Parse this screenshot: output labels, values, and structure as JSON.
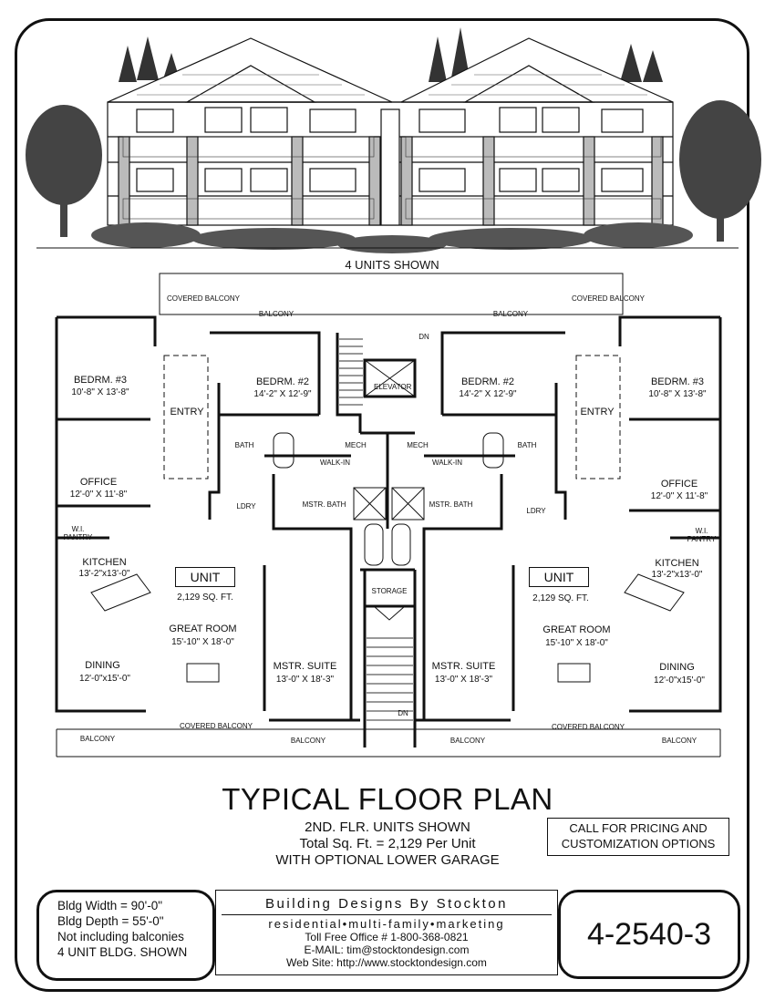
{
  "header": {
    "caption": "4 UNITS SHOWN"
  },
  "plan": {
    "rooms": {
      "covered_balcony": "COVERED BALCONY",
      "balcony": "BALCONY",
      "bedroom3_name": "BEDRM. #3",
      "bedroom3_size": "10'-8\" X 13'-8\"",
      "bedroom2_name": "BEDRM. #2",
      "bedroom2_size": "14'-2\" X 12'-9\"",
      "entry": "ENTRY",
      "bath": "BATH",
      "walk_in": "WALK-IN",
      "mech": "MECH",
      "mstr_bath": "MSTR. BATH",
      "ldry": "LDRY",
      "office_name": "OFFICE",
      "office_size": "12'-0\" X 11'-8\"",
      "wi_pantry": "W.I. PANTRY",
      "kitchen_name": "KITCHEN",
      "kitchen_size": "13'-2\"x13'-0\"",
      "unit": "UNIT",
      "unit_area": "2,129 SQ. FT.",
      "great_room_name": "GREAT ROOM",
      "great_room_size": "15'-10\" X 18'-0\"",
      "dining_name": "DINING",
      "dining_size": "12'-0\"x15'-0\"",
      "mstr_suite_name": "MSTR. SUITE",
      "mstr_suite_size": "13'-0\" X 18'-3\"",
      "storage": "STORAGE",
      "elevator": "ELEVATOR",
      "dn": "DN"
    }
  },
  "title": {
    "main": "TYPICAL FLOOR PLAN",
    "line1": "2ND. FLR. UNITS SHOWN",
    "line2": "Total Sq. Ft.  =  2,129 Per Unit",
    "line3": "WITH OPTIONAL LOWER GARAGE"
  },
  "callout": "CALL FOR PRICING AND CUSTOMIZATION OPTIONS",
  "specs": {
    "width": "Bldg Width =   90'-0\"",
    "depth": "Bldg Depth =   55'-0\"",
    "note": "Not including balconies",
    "units": "4 UNIT BLDG. SHOWN"
  },
  "company": {
    "name": "Building Designs By Stockton",
    "tagline": "residential•multi-family•marketing",
    "phone": "Toll Free Office # 1-800-368-0821",
    "email": "E-MAIL:  tim@stocktondesign.com",
    "web": "Web Site:   http://www.stocktondesign.com"
  },
  "plan_code": "4-2540-3"
}
